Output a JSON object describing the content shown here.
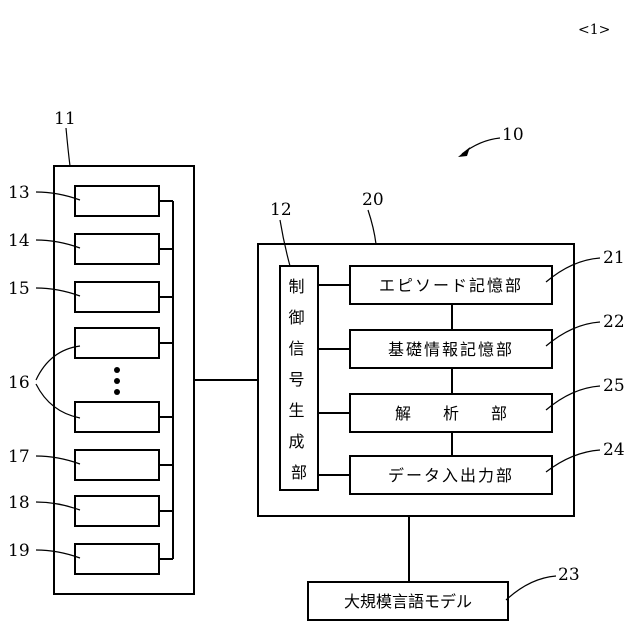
{
  "page_number": "<1>",
  "system_ref": "10",
  "device_block": {
    "ref": "11",
    "slot_refs": [
      "13",
      "14",
      "15",
      "16",
      "17",
      "18",
      "19"
    ],
    "ellipsis": "⋮"
  },
  "server_block": {
    "ref": "20",
    "control_unit": {
      "ref": "12",
      "label": "制御信号生成部"
    },
    "modules": [
      {
        "ref": "21",
        "label": "エピソード記憶部"
      },
      {
        "ref": "22",
        "label": "基礎情報記憶部"
      },
      {
        "ref": "25",
        "label": "解　　析　　部"
      },
      {
        "ref": "24",
        "label": "データ入出力部"
      }
    ]
  },
  "llm_block": {
    "ref": "23",
    "label": "大規模言語モデル"
  }
}
